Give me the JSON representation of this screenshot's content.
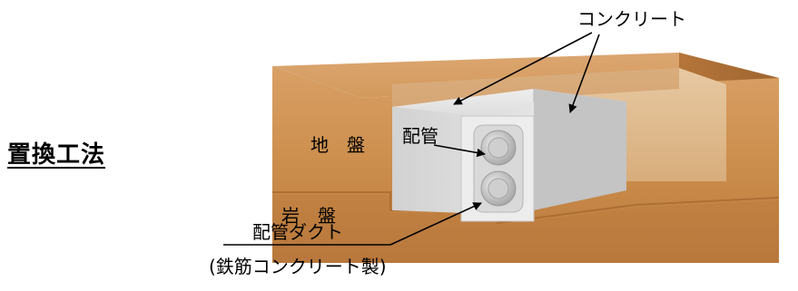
{
  "title": "置換工法",
  "labels": {
    "concrete": "コンクリート",
    "ground": "地　盤",
    "pipe": "配管",
    "rock": "岩　盤",
    "duct": "配管ダクト",
    "duct_note": "(鉄筋コンクリート製)"
  },
  "colors": {
    "ground": "#cc8e4c",
    "rock": "#c07d40",
    "concrete": "#dcdcdc",
    "duct": "#f0f0f0",
    "pipe": "#c9c9c9"
  }
}
